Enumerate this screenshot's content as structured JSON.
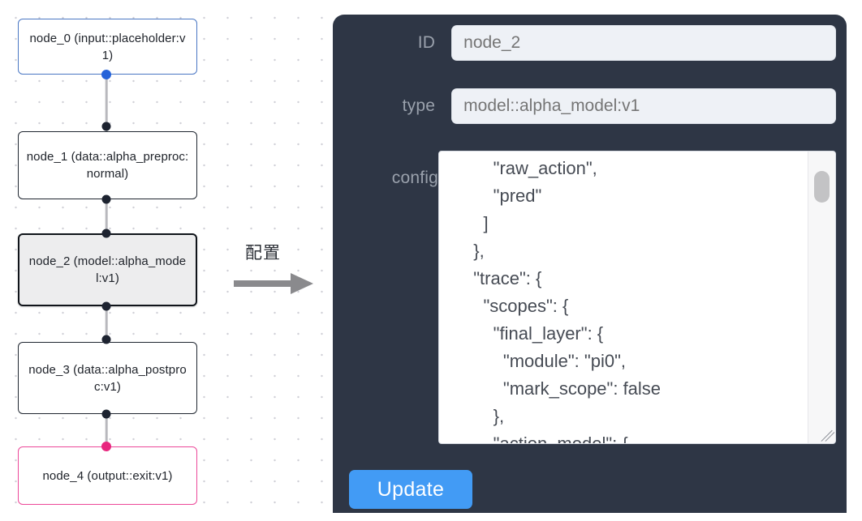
{
  "graph": {
    "nodes": [
      {
        "id": "node_0",
        "label": "node_0\n(input::placeholder:v1)",
        "kind": "input",
        "selected": false
      },
      {
        "id": "node_1",
        "label": "node_1\n(data::alpha_preproc:normal)",
        "kind": "default",
        "selected": false
      },
      {
        "id": "node_2",
        "label": "node_2\n(model::alpha_model:v1)",
        "kind": "default",
        "selected": true
      },
      {
        "id": "node_3",
        "label": "node_3\n(data::alpha_postproc:v1)",
        "kind": "default",
        "selected": false
      },
      {
        "id": "node_4",
        "label": "node_4\n(output::exit:v1)",
        "kind": "output",
        "selected": false
      }
    ],
    "edges": [
      "node_0 -> node_1",
      "node_1 -> node_2",
      "node_2 -> node_3",
      "node_3 -> node_4"
    ],
    "colors": {
      "input_border": "#4a77c4",
      "output_border": "#ec4899",
      "default_border": "#1f2630",
      "selected_fill": "#ededee",
      "handle": "#1d2330",
      "handle_input": "#2563d9",
      "handle_output": "#e8267e",
      "edge": "#b8b8bd"
    }
  },
  "arrow": {
    "label": "配置"
  },
  "panel": {
    "background": "#2e3645",
    "fields": {
      "id": {
        "label": "ID",
        "value": "node_2",
        "placeholder": "node_2"
      },
      "type": {
        "label": "type",
        "value": "model::alpha_model:v1",
        "placeholder": "model::alpha_model:v1"
      },
      "config": {
        "label": "config",
        "value": "      \"raw_action\",\n      \"pred\"\n    ]\n  },\n  \"trace\": {\n    \"scopes\": {\n      \"final_layer\": {\n        \"module\": \"pi0\",\n        \"mark_scope\": false\n      },\n      \"action_model\": {"
      }
    },
    "update_button": {
      "label": "Update",
      "color": "#429bf5"
    }
  }
}
